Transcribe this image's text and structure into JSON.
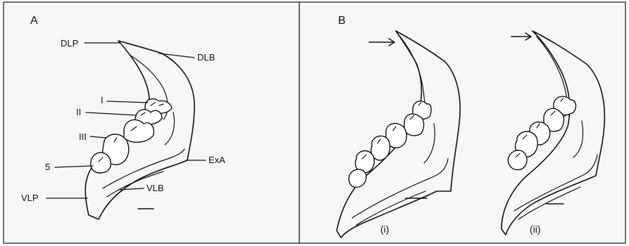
{
  "panels": {
    "a": {
      "letter": "A",
      "labels": {
        "dlp": "DLP",
        "dlb": "DLB",
        "i": "I",
        "ii": "II",
        "iii": "III",
        "five": "5",
        "exa": "ExA",
        "vlp": "VLP",
        "vlb": "VLB"
      }
    },
    "b": {
      "letter": "B",
      "sub_i": "(i)",
      "sub_ii": "(ii)"
    }
  },
  "colors": {
    "ink": "#111111",
    "panel_bg": "#f6f6f4",
    "frame": "#444444"
  },
  "icons": {
    "arrow": "arrow-right-icon",
    "scale": "scale-bar-icon"
  }
}
